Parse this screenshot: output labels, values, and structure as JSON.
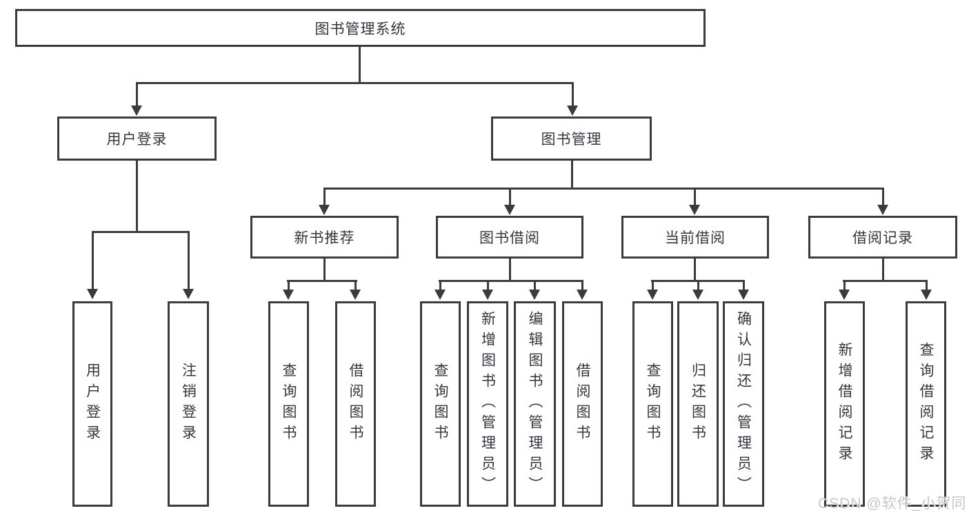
{
  "diagram": {
    "root": "图书管理系统",
    "branches": [
      {
        "label": "用户登录",
        "leaves": [
          "用户登录",
          "注销登录"
        ]
      },
      {
        "label": "图书管理",
        "children": [
          {
            "label": "新书推荐",
            "leaves": [
              "查询图书",
              "借阅图书"
            ]
          },
          {
            "label": "图书借阅",
            "leaves": [
              "查询图书",
              "新增图书（管理员）",
              "编辑图书（管理员）",
              "借阅图书"
            ]
          },
          {
            "label": "当前借阅",
            "leaves": [
              "查询图书",
              "归还图书",
              "确认归还（管理员）"
            ]
          },
          {
            "label": "借阅记录",
            "leaves": [
              "新增借阅记录",
              "查询借阅记录"
            ]
          }
        ]
      }
    ]
  },
  "watermark": "CSDN @软件_小贺同学",
  "colors": {
    "line": "#3b3b3b",
    "text": "#33363b",
    "watermark": "#c6c6c6",
    "background": "#ffffff"
  }
}
